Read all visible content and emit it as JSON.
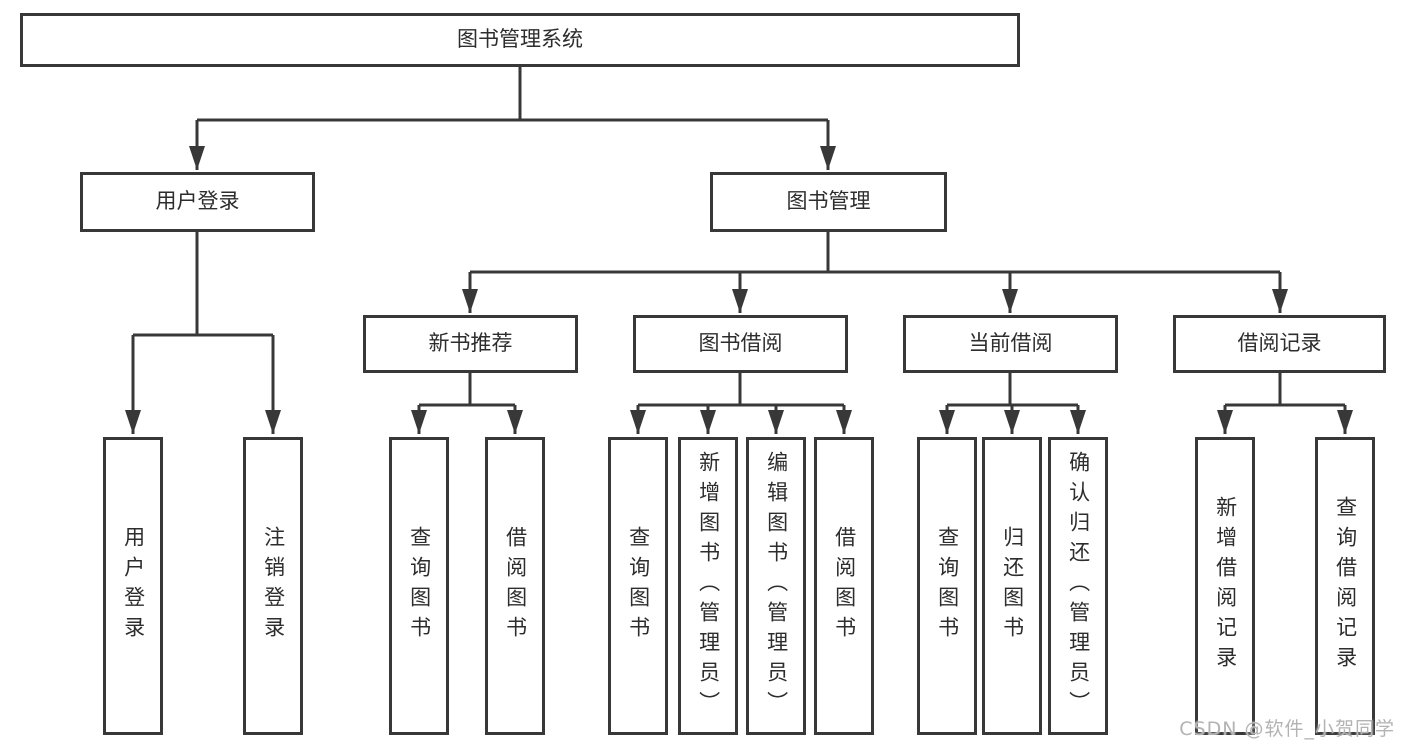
{
  "tree": {
    "root": {
      "label": "图书管理系统"
    },
    "children": [
      {
        "label": "用户登录",
        "leaves": [
          {
            "label": "用户登录"
          },
          {
            "label": "注销登录"
          }
        ]
      },
      {
        "label": "图书管理",
        "children": [
          {
            "label": "新书推荐",
            "leaves": [
              {
                "label": "查询图书"
              },
              {
                "label": "借阅图书"
              }
            ]
          },
          {
            "label": "图书借阅",
            "leaves": [
              {
                "label": "查询图书"
              },
              {
                "label": "新增图书（管理员）"
              },
              {
                "label": "编辑图书（管理员）"
              },
              {
                "label": "借阅图书"
              }
            ]
          },
          {
            "label": "当前借阅",
            "leaves": [
              {
                "label": "查询图书"
              },
              {
                "label": "归还图书"
              },
              {
                "label": "确认归还（管理员）"
              }
            ]
          },
          {
            "label": "借阅记录",
            "leaves": [
              {
                "label": "新增借阅记录"
              },
              {
                "label": "查询借阅记录"
              }
            ]
          }
        ]
      }
    ]
  },
  "watermark": "CSDN @软件_小贺同学",
  "colors": {
    "line": "#383838",
    "text": "#2d2d2d",
    "watermark": "#b3b3b3",
    "background": "#ffffff"
  }
}
